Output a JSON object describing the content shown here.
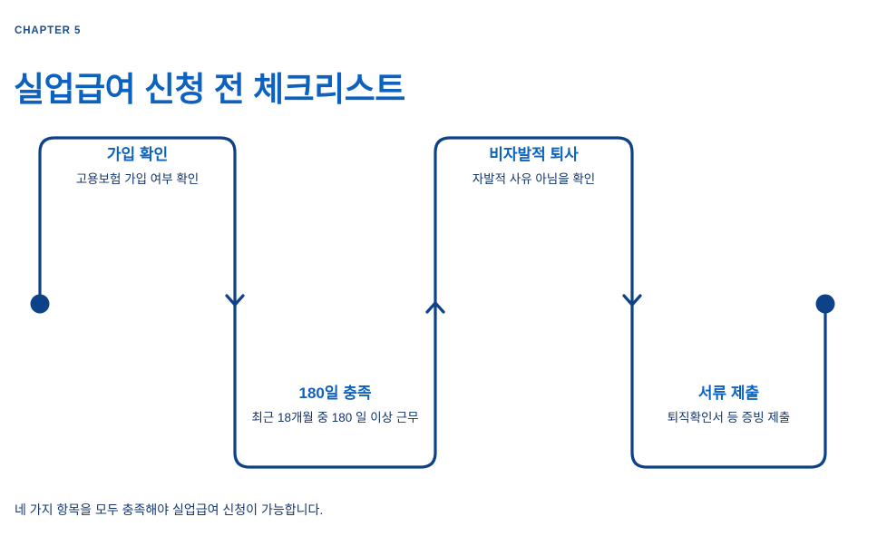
{
  "header": {
    "chapter_label": "CHAPTER 5",
    "title": "실업급여 신청 전 체크리스트"
  },
  "colors": {
    "title_blue": "#0d62c0",
    "line_navy": "#0d4289",
    "text_navy": "#14346b",
    "background": "#ffffff"
  },
  "flow": {
    "nodes": [
      {
        "index": 1,
        "title": "가입 확인",
        "desc": "고용보험 가입 여부 확인",
        "shape": "bracket-top",
        "start_marker": "dot",
        "end_marker": "arrow-down"
      },
      {
        "index": 2,
        "title": "180일 충족",
        "desc": "최근 18개월 중 180 일 이상 근무",
        "shape": "bracket-bottom",
        "start_marker": "arrow-down",
        "end_marker": "arrow-up"
      },
      {
        "index": 3,
        "title": "비자발적 퇴사",
        "desc": "자발적 사유 아님을 확인",
        "shape": "bracket-top",
        "start_marker": "arrow-up",
        "end_marker": "arrow-down"
      },
      {
        "index": 4,
        "title": "서류 제출",
        "desc": "퇴직확인서 등 증빙 제출",
        "shape": "bracket-bottom",
        "start_marker": "arrow-down",
        "end_marker": "dot"
      }
    ]
  },
  "footer": {
    "note": "네 가지 항목을 모두 충족해야 실업급여 신청이 가능합니다."
  }
}
